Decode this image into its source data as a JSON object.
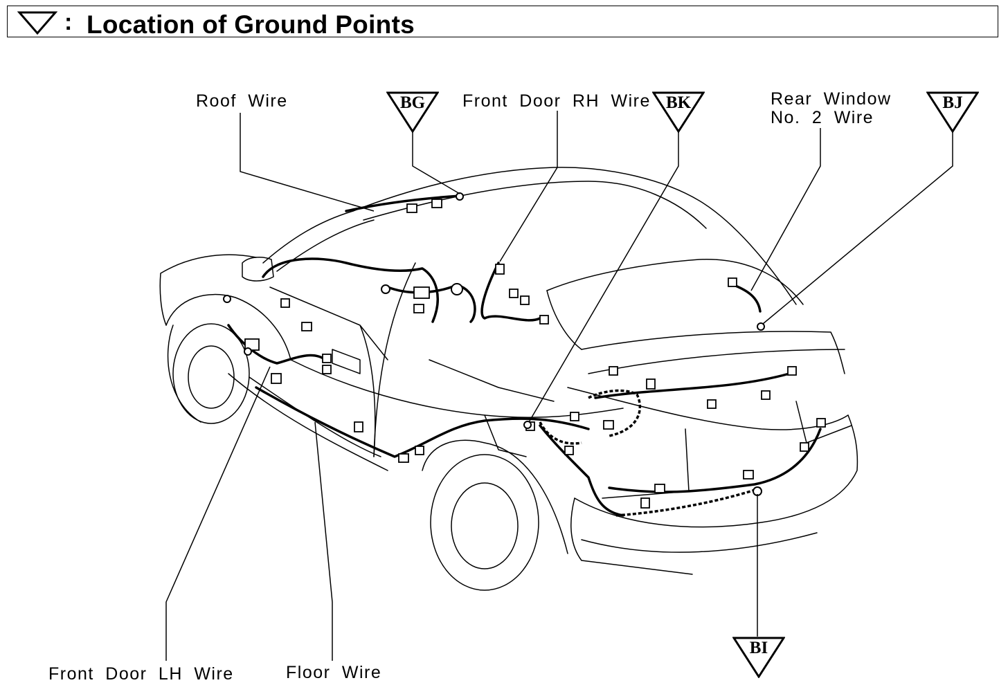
{
  "title": {
    "symbol": "▽",
    "colon": ":",
    "text": "Location of Ground Points"
  },
  "wire_labels": {
    "roof": "Roof Wire",
    "front_door_rh": "Front Door RH Wire",
    "rear_window_line1": "Rear Window",
    "rear_window_line2": "No. 2 Wire",
    "front_door_lh": "Front Door LH Wire",
    "floor": "Floor Wire"
  },
  "ground_points": {
    "bg": "BG",
    "bk": "BK",
    "bj": "BJ",
    "bi": "BI"
  }
}
